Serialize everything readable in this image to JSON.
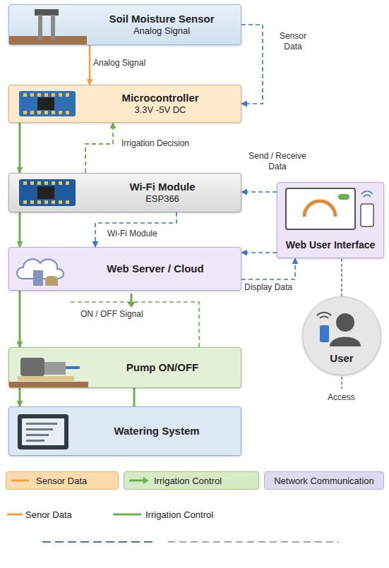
{
  "diagram": {
    "nodes": [
      {
        "text": [
          "Soil Moisture Sensor",
          "Analog Signal"
        ]
      },
      {
        "text": [
          "Microcontroller",
          "3.3V -5V DC"
        ]
      },
      {
        "text": [
          "Wi-Fi Module",
          "ESP366"
        ]
      },
      {
        "text": [
          "Web User Interface"
        ]
      },
      {
        "text": [
          "Web Server / Cloud"
        ]
      },
      {
        "text": [
          "User"
        ]
      },
      {
        "text": [
          "Pump ON/OFF"
        ]
      },
      {
        "text": [
          "Watering System"
        ]
      }
    ],
    "edges": [
      {
        "from": 0,
        "to": 1,
        "label": "Analog Signal",
        "arrow": "to"
      },
      {
        "from": 0,
        "to": 1,
        "label": "Sensor Data",
        "arrow": "to"
      },
      {
        "from": 1,
        "to": 2,
        "arrow": "to"
      },
      {
        "from": 2,
        "to": 1,
        "label": "Irrigation Decision",
        "arrow": "to"
      },
      {
        "from": 2,
        "to": 4,
        "arrow": "to"
      },
      {
        "from": 2,
        "to": 4,
        "label": "Wi-Fi Module",
        "arrow": "to"
      },
      {
        "from": 3,
        "to": 2,
        "label": "Send / Receive Data",
        "arrow": "to"
      },
      {
        "from": 3,
        "to": 4,
        "arrow": "to"
      },
      {
        "from": 4,
        "to": 3,
        "label": "Display Data",
        "arrow": "to"
      },
      {
        "from": 5,
        "to": 3,
        "arrow": "none"
      },
      {
        "from": 4,
        "to": 6,
        "label": "ON / OFF Signal",
        "arrow": "to"
      },
      {
        "from": 6,
        "to": 7,
        "arrow": "to"
      }
    ],
    "labels": [
      "Access"
    ],
    "legend": [
      {
        "text": "Sensor Data",
        "color": "#fbdcae"
      },
      {
        "text": "Irrigation Control",
        "color": "#d6ebc4"
      },
      {
        "text": "Network Communication",
        "color": "#dcdcf0"
      },
      {
        "text": "Senor Data"
      },
      {
        "text": "Irrigation Control"
      }
    ]
  }
}
